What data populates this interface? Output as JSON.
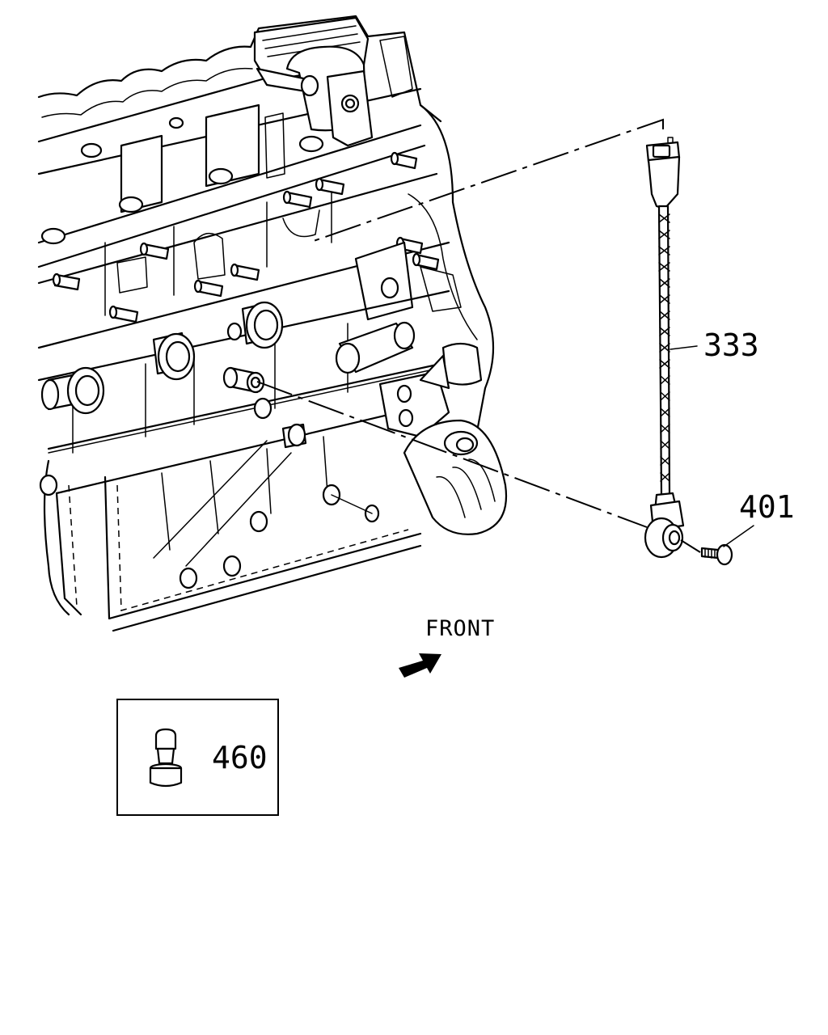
{
  "diagram": {
    "callouts": [
      {
        "id": "knock-sensor-harness",
        "label": "333"
      },
      {
        "id": "bolt",
        "label": "401"
      },
      {
        "id": "stud",
        "label": "460"
      }
    ],
    "direction_label": "FRONT"
  }
}
